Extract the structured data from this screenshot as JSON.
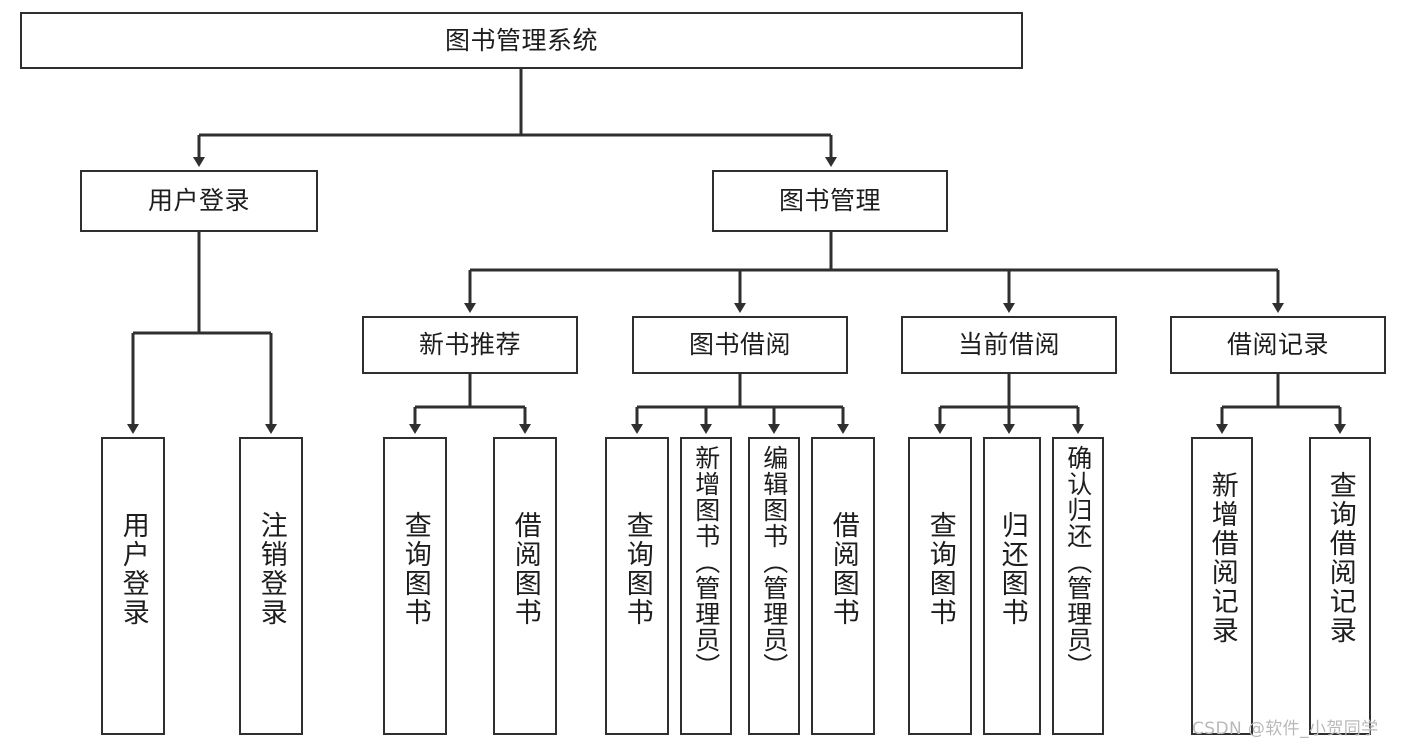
{
  "diagram": {
    "title": "图书管理系统",
    "type": "tree",
    "background": "#ffffff",
    "line_color": "#2f2f2f",
    "box_border_color": "#2f2f2f",
    "text_color": "#1d1d1d"
  },
  "nodes": {
    "root": {
      "label": "图书管理系统"
    },
    "level2": [
      {
        "id": "user-login",
        "label": "用户登录"
      },
      {
        "id": "book-manage",
        "label": "图书管理"
      }
    ],
    "level3": [
      {
        "id": "new-book-recommend",
        "label": "新书推荐"
      },
      {
        "id": "book-borrow",
        "label": "图书借阅"
      },
      {
        "id": "current-borrow",
        "label": "当前借阅"
      },
      {
        "id": "borrow-record",
        "label": "借阅记录"
      }
    ],
    "leaves": {
      "user_login": [
        {
          "id": "leaf-user-login",
          "label": "用户登录"
        },
        {
          "id": "leaf-user-logout",
          "label": "注销登录"
        }
      ],
      "new_book_recommend": [
        {
          "id": "leaf-query-book-1",
          "label": "查询图书"
        },
        {
          "id": "leaf-borrow-book-1",
          "label": "借阅图书"
        }
      ],
      "book_borrow": [
        {
          "id": "leaf-query-book-2",
          "label": "查询图书"
        },
        {
          "id": "leaf-add-book",
          "label": "新增图书（管理员）"
        },
        {
          "id": "leaf-edit-book",
          "label": "编辑图书（管理员）"
        },
        {
          "id": "leaf-borrow-book-2",
          "label": "借阅图书"
        }
      ],
      "current_borrow": [
        {
          "id": "leaf-query-book-3",
          "label": "查询图书"
        },
        {
          "id": "leaf-return-book",
          "label": "归还图书"
        },
        {
          "id": "leaf-confirm-return",
          "label": "确认归还（管理员）"
        }
      ],
      "borrow_record": [
        {
          "id": "leaf-add-record",
          "label": "新增借阅记录"
        },
        {
          "id": "leaf-query-record",
          "label": "查询借阅记录"
        }
      ]
    }
  },
  "watermark": {
    "text": "CSDN @软件_小贺同学"
  }
}
